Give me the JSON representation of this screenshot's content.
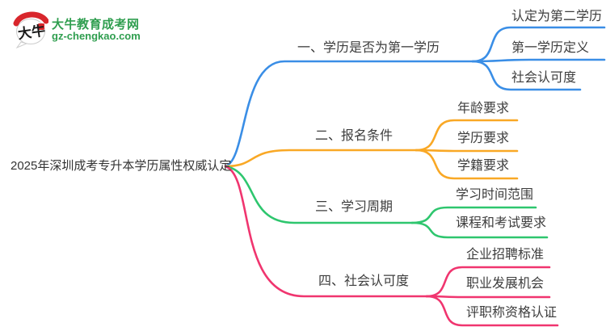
{
  "logo": {
    "site_name": "大牛教育成考网",
    "site_url": "gz-chengkao.com",
    "icon_text": "大牛",
    "brand_color": "#2f9e4f"
  },
  "colors": {
    "branch1": "#3a8ee6",
    "branch2": "#f9a825",
    "branch3": "#2ec66e",
    "branch4": "#f0356f",
    "text": "#3d3d3d"
  },
  "mindmap": {
    "root": "2025年深圳成考专升本学历属性权威认定",
    "branches": [
      {
        "label": "一、学历是否为第一学历",
        "color": "#3a8ee6",
        "children": [
          "认定为第二学历",
          "第一学历定义",
          "社会认可度"
        ]
      },
      {
        "label": "二、报名条件",
        "color": "#f9a825",
        "children": [
          "年龄要求",
          "学历要求",
          "学籍要求"
        ]
      },
      {
        "label": "三、学习周期",
        "color": "#2ec66e",
        "children": [
          "学习时间范围",
          "课程和考试要求"
        ]
      },
      {
        "label": "四、社会认可度",
        "color": "#f0356f",
        "children": [
          "企业招聘标准",
          "职业发展机会",
          "评职称资格认证"
        ]
      }
    ]
  }
}
